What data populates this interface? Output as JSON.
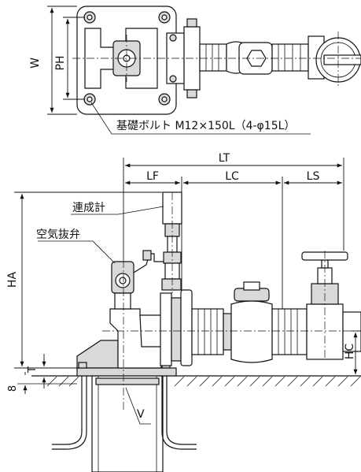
{
  "labels": {
    "w": "W",
    "ph": "PH",
    "bolt_note": "基礎ボルト M12×150L（4-φ15L）",
    "lt": "LT",
    "lf": "LF",
    "lc": "LC",
    "ls": "LS",
    "ha": "HA",
    "hc": "HC",
    "t": "T",
    "eight": "8",
    "v": "V",
    "compound_gauge": "連成計",
    "air_vent_valve": "空気抜弁"
  }
}
